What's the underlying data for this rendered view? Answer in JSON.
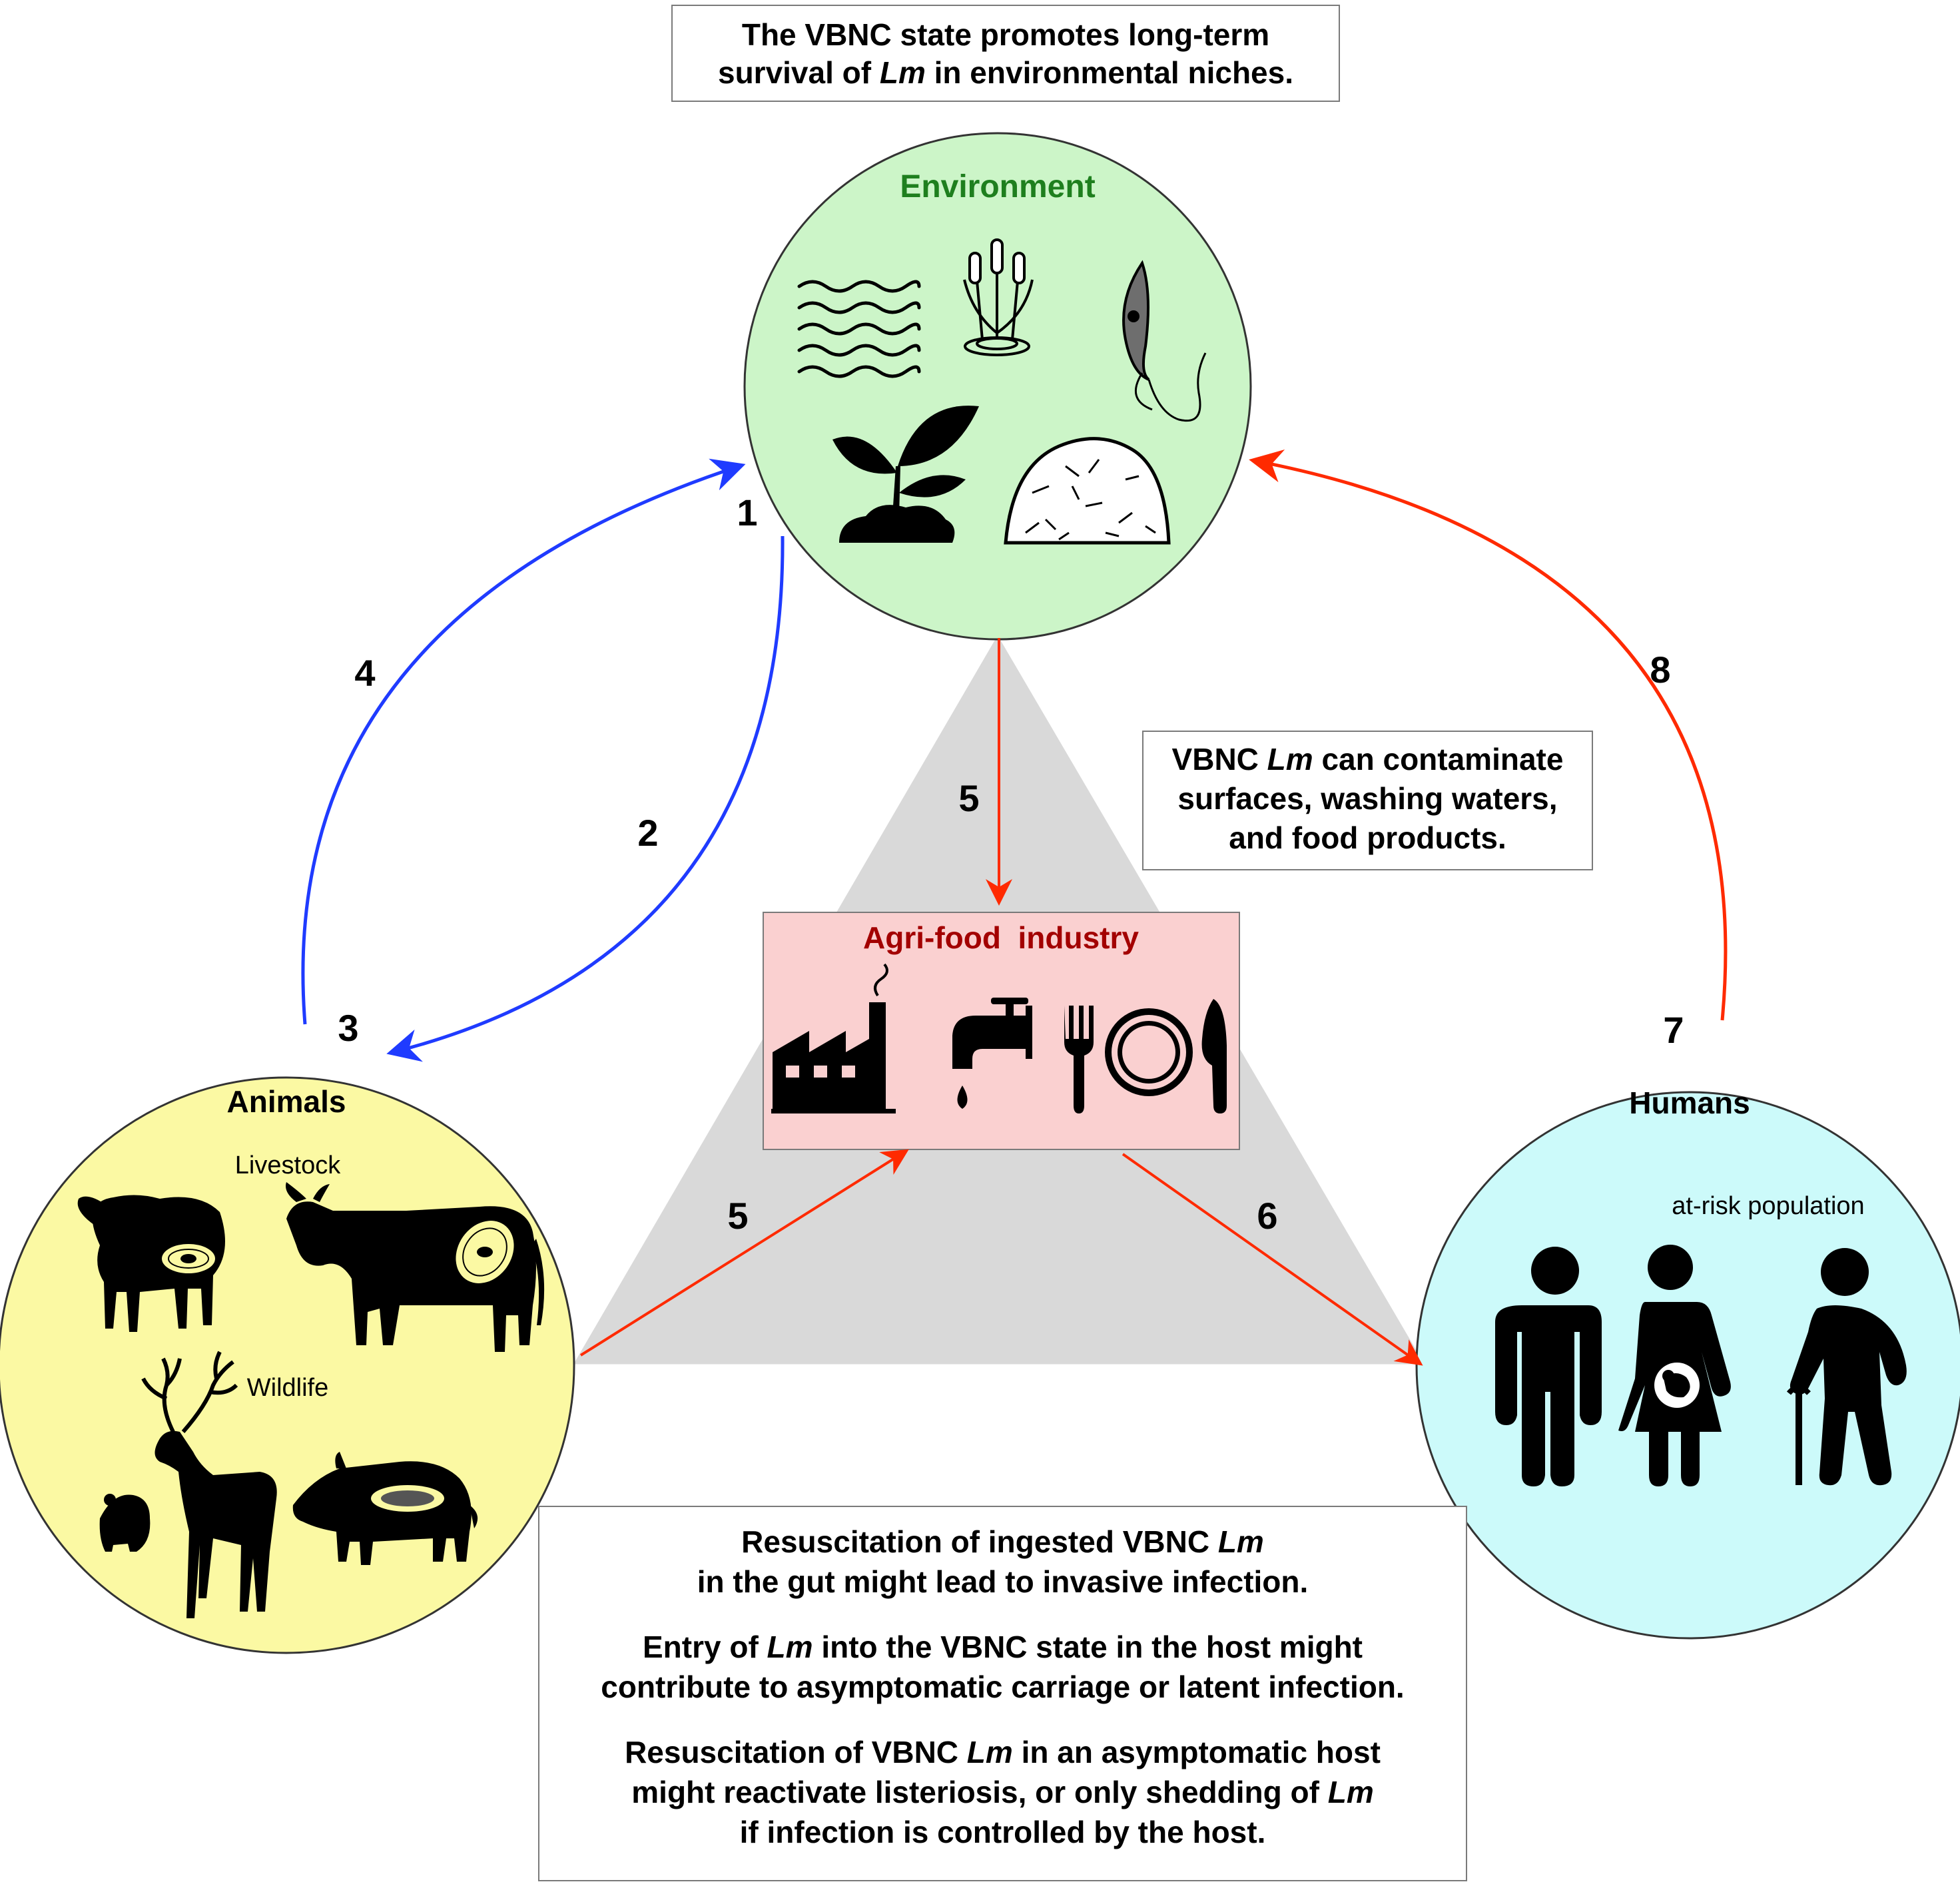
{
  "colors": {
    "environment_fill": "#ccf5c8",
    "animals_fill": "#fbf9a3",
    "humans_fill": "#ccfafa",
    "industry_fill": "#fad0d0",
    "triangle_fill": "#d9d9d9",
    "environment_title": "#1e7f1e",
    "industry_title": "#a30000",
    "blue_arrow": "#1f3bff",
    "red_arrow": "#ff2a00"
  },
  "top_box": {
    "line1": "The VBNC state promotes long-term",
    "line2_pre": "survival of ",
    "line2_em": "Lm",
    "line2_post": " in environmental niches."
  },
  "environment": {
    "title": "Environment",
    "icons": [
      "waves-icon",
      "reeds-icon",
      "protozoa-icon",
      "plant-icon",
      "hay-icon"
    ]
  },
  "animals": {
    "title": "Animals",
    "livestock": "Livestock",
    "wildlife": "Wildlife",
    "icons": [
      "sheep-icon",
      "cow-icon",
      "deer-icon",
      "rodent-icon",
      "boar-icon"
    ]
  },
  "humans": {
    "title": "Humans",
    "subtitle": "at-risk population",
    "icons": [
      "man-icon",
      "pregnant-woman-icon",
      "elderly-person-icon"
    ]
  },
  "industry": {
    "title": "Agri-food  industry",
    "icons": [
      "factory-icon",
      "faucet-icon",
      "cutlery-plate-icon"
    ]
  },
  "contamination_box": {
    "line1_pre": "VBNC ",
    "line1_em": "Lm",
    "line1_post": " can contaminate",
    "line2": "surfaces, washing waters,",
    "line3": "and food products."
  },
  "bottom_box": {
    "p1_line1_pre": "Resuscitation of ingested VBNC ",
    "p1_line1_em": "Lm",
    "p1_line2": "in the gut might lead to invasive infection.",
    "p2_line1_pre": "Entry of ",
    "p2_line1_em": "Lm",
    "p2_line1_post": " into the VBNC state in the host might",
    "p2_line2": "contribute to asymptomatic carriage or latent infection.",
    "p3_line1_pre": "Resuscitation of VBNC ",
    "p3_line1_em": "Lm",
    "p3_line1_post": " in an asymptomatic host",
    "p3_line2_pre": "might reactivate listeriosis, or only shedding of ",
    "p3_line2_em": "Lm",
    "p3_line3": "if infection is controlled by the host."
  },
  "labels": {
    "n1": "1",
    "n2": "2",
    "n3": "3",
    "n4": "4",
    "n5_top": "5",
    "n5_left": "5",
    "n6": "6",
    "n7": "7",
    "n8": "8"
  }
}
